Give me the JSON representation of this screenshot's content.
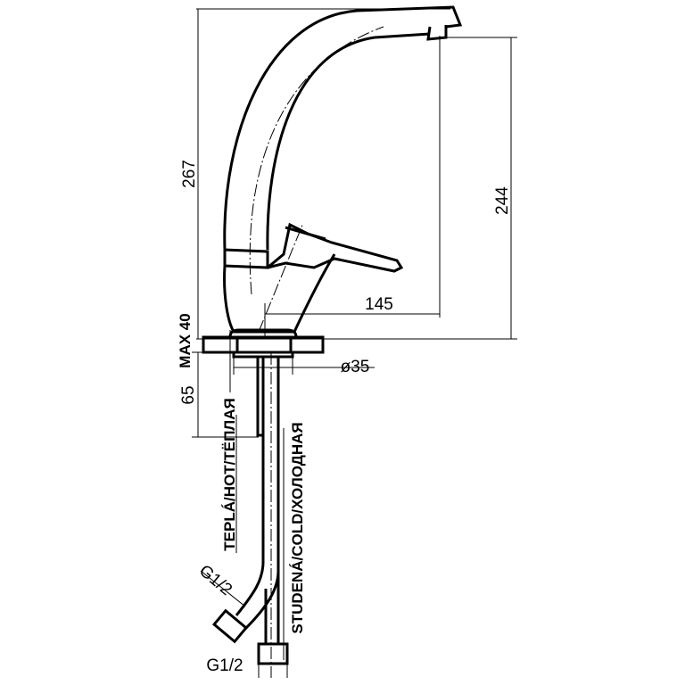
{
  "dimensions": {
    "height_total": "267",
    "height_outlet": "244",
    "reach": "145",
    "max_deck": "MAX 40",
    "hole_diameter": "ø35",
    "pipe_depth": "65",
    "thread_hot": "G1/2",
    "thread_cold": "G1/2"
  },
  "labels": {
    "hot": "TEPLÁ/HOT/ТЁПЛАЯ",
    "cold": "STUDENÁ/COLD/ХОЛОДНАЯ"
  }
}
